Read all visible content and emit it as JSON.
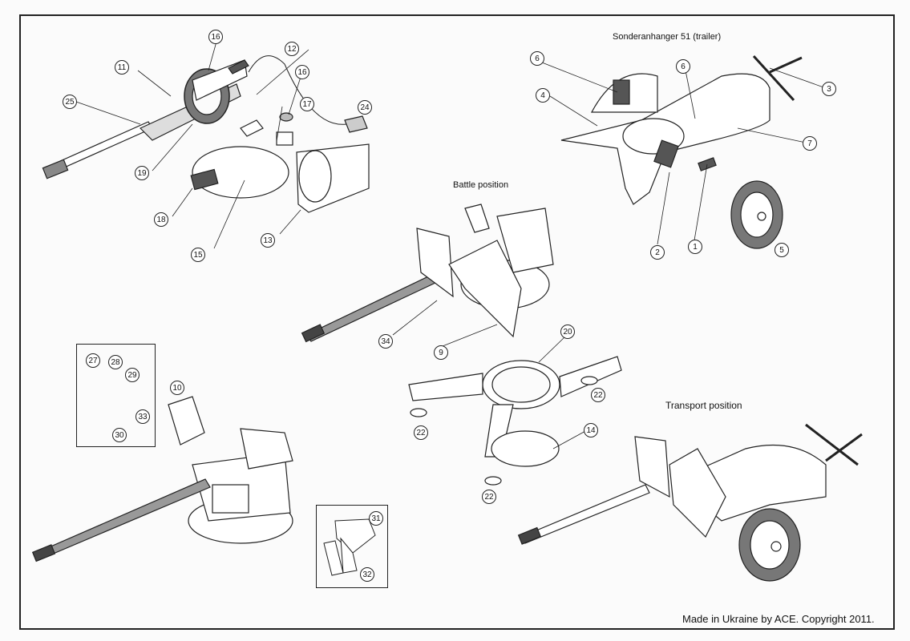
{
  "document": {
    "type": "assembly instructions sheet",
    "titles": {
      "trailer": "Sonderanhanger 51 (trailer)",
      "battle": "Battle position",
      "transport": "Transport position"
    },
    "footer": "Made in Ukraine by ACE. Copyright 2011."
  },
  "callouts": {
    "gun": [
      "16",
      "11",
      "12",
      "16",
      "25",
      "17",
      "24",
      "19",
      "18",
      "13",
      "15"
    ],
    "trailer": [
      "6",
      "6",
      "4",
      "3",
      "7",
      "2",
      "1",
      "5"
    ],
    "battle": [
      "34",
      "9",
      "20",
      "22",
      "22",
      "22",
      "14"
    ],
    "inset_a": [
      "27",
      "28",
      "29",
      "33",
      "30"
    ],
    "part10": "10",
    "inset_b": [
      "31",
      "32"
    ]
  },
  "colors": {
    "ink": "#222222",
    "paper": "#fbfbfb",
    "shade": "#6b6b6b"
  }
}
